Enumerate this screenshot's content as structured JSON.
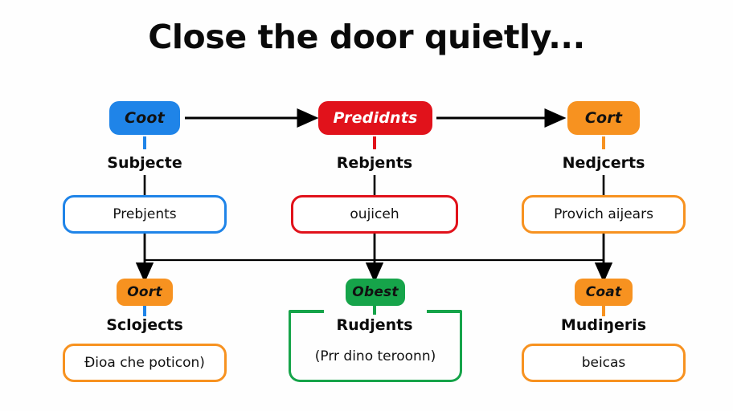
{
  "page": {
    "title": "Close the door quietly...",
    "background": "#fefefe"
  },
  "colors": {
    "blue": "#1f84e8",
    "red": "#e1121b",
    "orange": "#f79220",
    "green": "#16a44a",
    "arrow": "#000000",
    "text_dark": "#0b0b0b"
  },
  "row1": {
    "nodes": [
      {
        "pill": "Coot",
        "pill_text_color": "#111111",
        "role": "Subjecte",
        "color": "blue"
      },
      {
        "pill": "Predidnts",
        "pill_text_color": "#ffffff",
        "role": "Rebjents",
        "color": "red"
      },
      {
        "pill": "Cort",
        "pill_text_color": "#111111",
        "role": "Nedjcerts",
        "color": "orange"
      }
    ]
  },
  "row2": {
    "boxes": [
      {
        "text": "Prebjents",
        "color": "blue"
      },
      {
        "text": "oujiceh",
        "color": "red"
      },
      {
        "text": "Provich aijears",
        "color": "orange"
      }
    ]
  },
  "row3": {
    "nodes": [
      {
        "pill": "Oort",
        "pill_text_color": "#111111",
        "role": "Sclojects",
        "color": "orange",
        "stem_color": "blue"
      },
      {
        "pill": "Obest",
        "pill_text_color": "#111111",
        "role": "Rudjents",
        "color": "green",
        "stem_color": "green"
      },
      {
        "pill": "Coat",
        "pill_text_color": "#111111",
        "role": "Mudiŋeris",
        "color": "orange",
        "stem_color": "orange"
      }
    ]
  },
  "row4": {
    "boxes": [
      {
        "text": "Ðioa che poticon)",
        "color": "orange"
      },
      {
        "text": "(Prr dino teroonn)",
        "color": "green"
      },
      {
        "text": "beicas",
        "color": "orange"
      }
    ]
  },
  "connectors": {
    "arrow_right_1": "arrow-coot-to-predidnts",
    "arrow_right_2": "arrow-predidnts-to-cort",
    "bus_line": "horizontal-distribution-bus",
    "down_arrows": [
      "arrow-down-left",
      "arrow-down-center",
      "arrow-down-right"
    ]
  }
}
